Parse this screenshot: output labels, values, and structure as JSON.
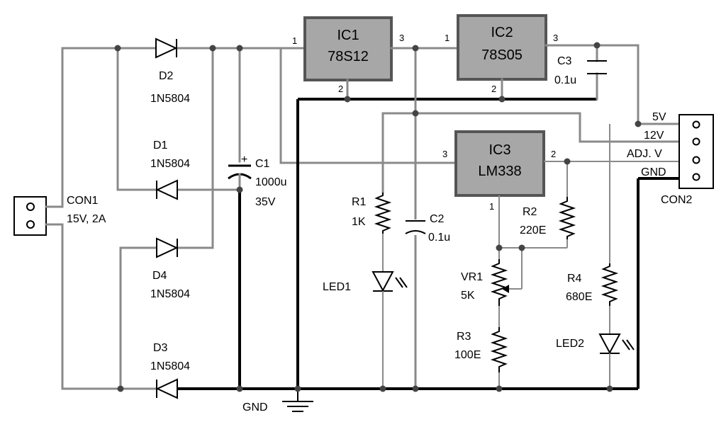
{
  "colors": {
    "wire": "#8a8a8a",
    "ground_wire": "#000000",
    "ic_fill": "#a7a7a7",
    "ic_border": "#555555",
    "background": "#ffffff"
  },
  "con1": {
    "name": "CON1",
    "rating": "15V, 2A"
  },
  "diodes": {
    "d1": {
      "name": "D1",
      "part": "1N5804"
    },
    "d2": {
      "name": "D2",
      "part": "1N5804"
    },
    "d3": {
      "name": "D3",
      "part": "1N5804"
    },
    "d4": {
      "name": "D4",
      "part": "1N5804"
    }
  },
  "c1": {
    "name": "C1",
    "value": "1000u",
    "voltage": "35V",
    "polarity": "+"
  },
  "c2": {
    "name": "C2",
    "value": "0.1u"
  },
  "c3": {
    "name": "C3",
    "value": "0.1u"
  },
  "ic1": {
    "name": "IC1",
    "part": "78S12",
    "pins": [
      "1",
      "2",
      "3"
    ]
  },
  "ic2": {
    "name": "IC2",
    "part": "78S05",
    "pins": [
      "1",
      "2",
      "3"
    ]
  },
  "ic3": {
    "name": "IC3",
    "part": "LM338",
    "pins": [
      "1",
      "2",
      "3"
    ]
  },
  "r1": {
    "name": "R1",
    "value": "1K"
  },
  "r2": {
    "name": "R2",
    "value": "220E"
  },
  "r3": {
    "name": "R3",
    "value": "100E"
  },
  "r4": {
    "name": "R4",
    "value": "680E"
  },
  "vr1": {
    "name": "VR1",
    "value": "5K"
  },
  "led1": {
    "name": "LED1"
  },
  "led2": {
    "name": "LED2"
  },
  "con2": {
    "name": "CON2",
    "pins": [
      "5V",
      "12V",
      "ADJ. V",
      "GND"
    ]
  },
  "gnd": {
    "label": "GND"
  }
}
